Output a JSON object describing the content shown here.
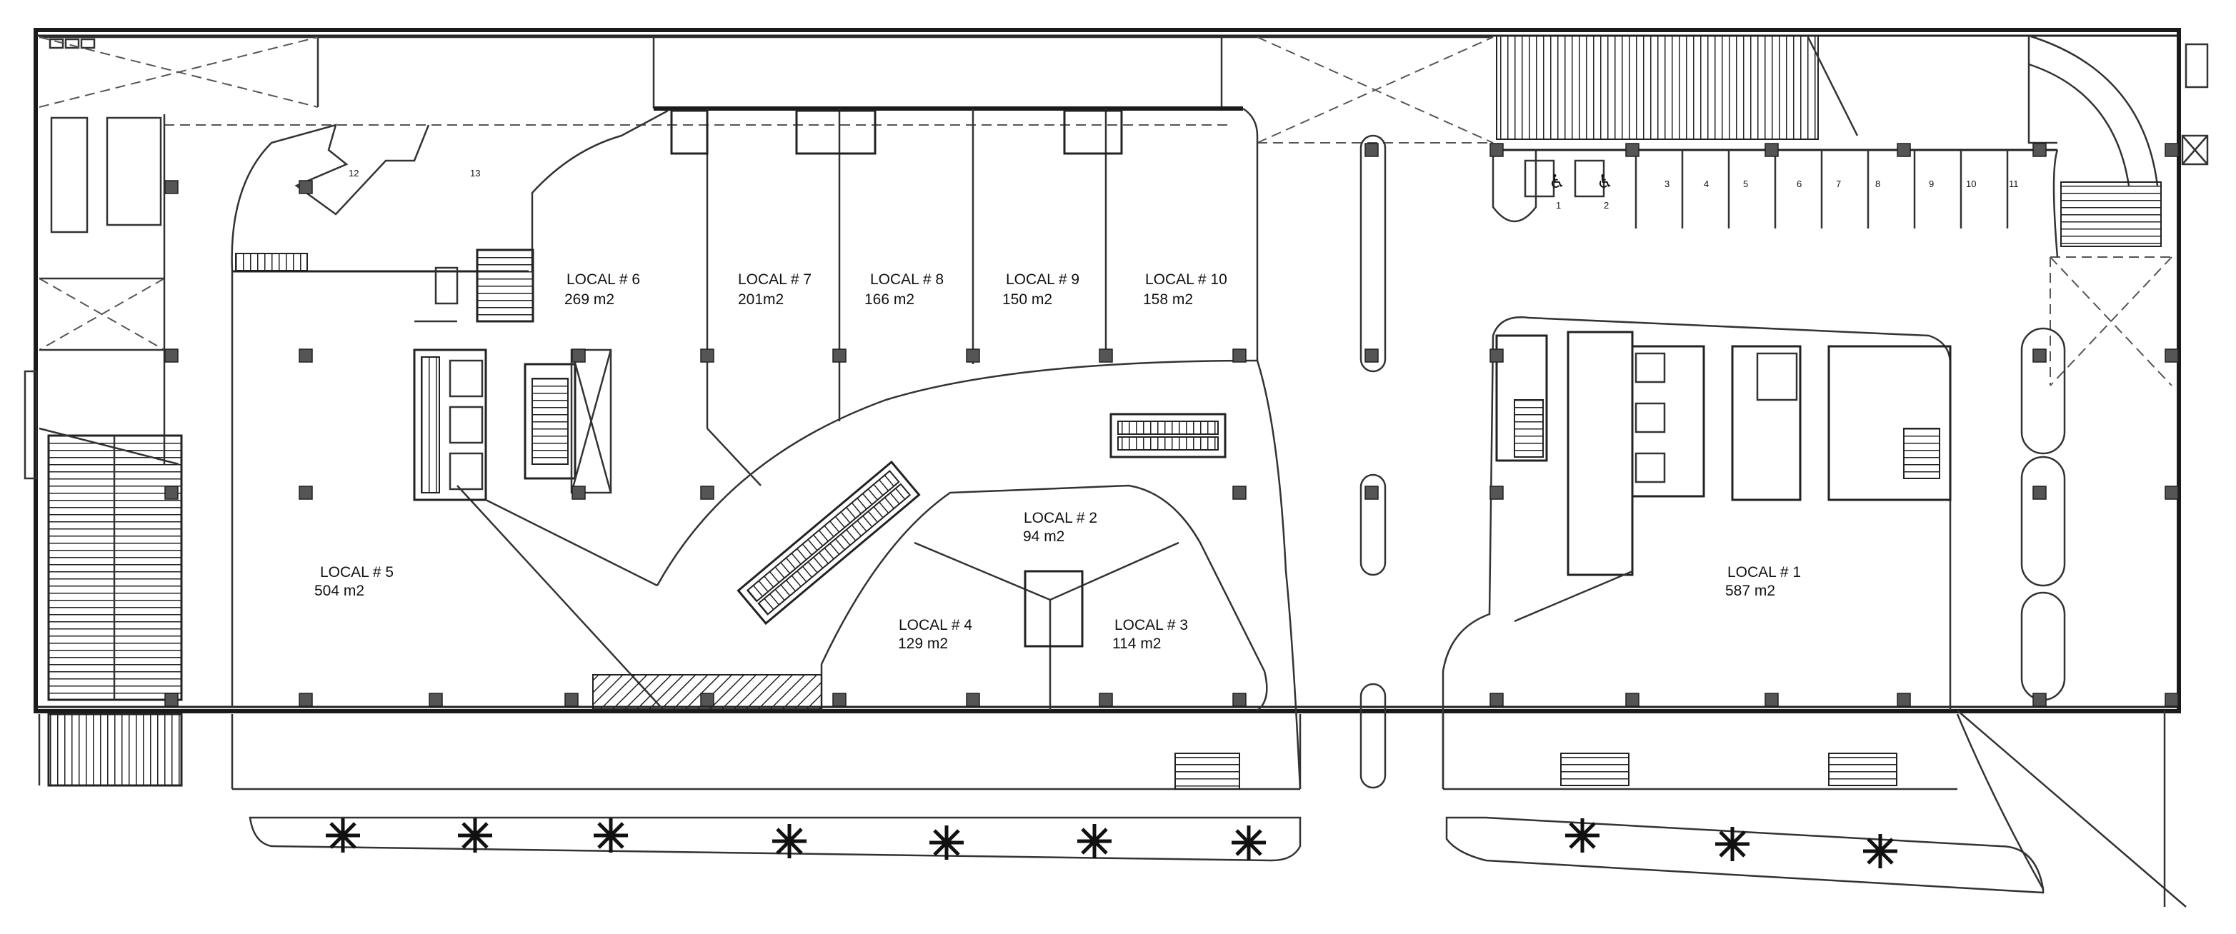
{
  "plan": {
    "locales": [
      {
        "id": "local-5",
        "name": "LOCAL # 5",
        "area": "504 m2"
      },
      {
        "id": "local-6",
        "name": "LOCAL # 6",
        "area": "269 m2"
      },
      {
        "id": "local-7",
        "name": "LOCAL # 7",
        "area": "201m2"
      },
      {
        "id": "local-8",
        "name": "LOCAL # 8",
        "area": "166 m2"
      },
      {
        "id": "local-9",
        "name": "LOCAL # 9",
        "area": "150 m2"
      },
      {
        "id": "local-10",
        "name": "LOCAL # 10",
        "area": "158 m2"
      },
      {
        "id": "local-2",
        "name": "LOCAL # 2",
        "area": "94 m2"
      },
      {
        "id": "local-4",
        "name": "LOCAL # 4",
        "area": "129 m2"
      },
      {
        "id": "local-3",
        "name": "LOCAL # 3",
        "area": "114 m2"
      },
      {
        "id": "local-1",
        "name": "LOCAL # 1",
        "area": "587 m2"
      }
    ],
    "parking_numbers": [
      "1",
      "2",
      "3",
      "4",
      "5",
      "6",
      "7",
      "8",
      "9",
      "10",
      "11",
      "12",
      "13"
    ],
    "accessible_symbol": "♿"
  }
}
